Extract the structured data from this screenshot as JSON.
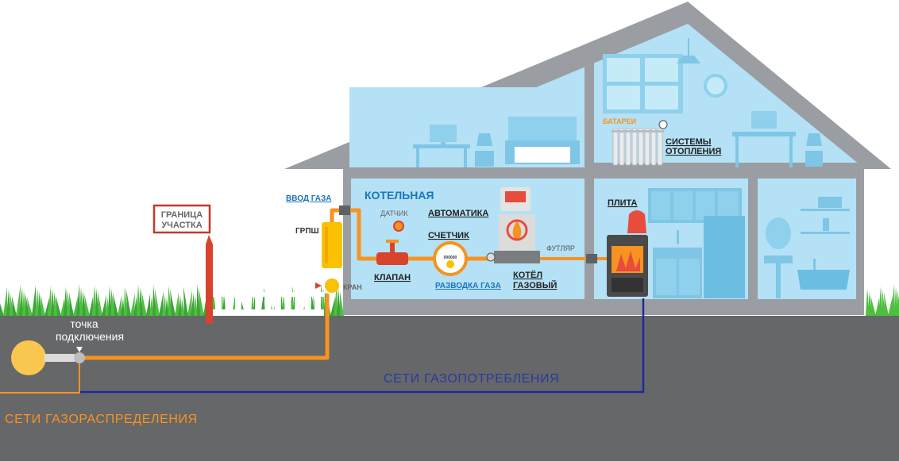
{
  "labels": {
    "plot_boundary": [
      "ГРАНИЦА",
      "УЧАСТКА"
    ],
    "connection_point": [
      "точка",
      "подключения"
    ],
    "distribution_networks": "СЕТИ ГАЗОРАСПРЕДЕЛЕНИЯ",
    "consumption_networks": "СЕТИ ГАЗОПОТРЕБЛЕНИЯ",
    "gas_inlet": "ВВОД ГАЗА",
    "grpsh": "ГРПШ",
    "valve_tap": "КРАН",
    "boiler_room": "КОТЕЛЬНАЯ",
    "sensor": "ДАТЧИК",
    "automation": "АВТОМАТИКА",
    "meter": "СЧЕТЧИК",
    "valve": "КЛАПАН",
    "gas_wiring": "РАЗВОДКА ГАЗА",
    "gas_boiler": [
      "КОТЁЛ",
      "ГАЗОВЫЙ"
    ],
    "sleeve": "ФУТЛЯР",
    "stove": "ПЛИТА",
    "radiators": "БАТАРЕИ",
    "heating_systems": [
      "СИСТЕМЫ",
      "ОТОПЛЕНИЯ"
    ],
    "meter_reading": "000000"
  },
  "colors": {
    "ground": "#666769",
    "house_wall": "#9a9ea2",
    "room": "#b4e1f5",
    "gas_pipe": "#f7931e",
    "consumption_line": "#1e2a9c",
    "distribution_text": "#f7931e",
    "consumption_text": "#2a3a9c",
    "boiler_room_title": "#1b75bc",
    "wiring_text": "#1b75bc",
    "boundary_post": "#d8432c",
    "grass": "#3da33a"
  }
}
